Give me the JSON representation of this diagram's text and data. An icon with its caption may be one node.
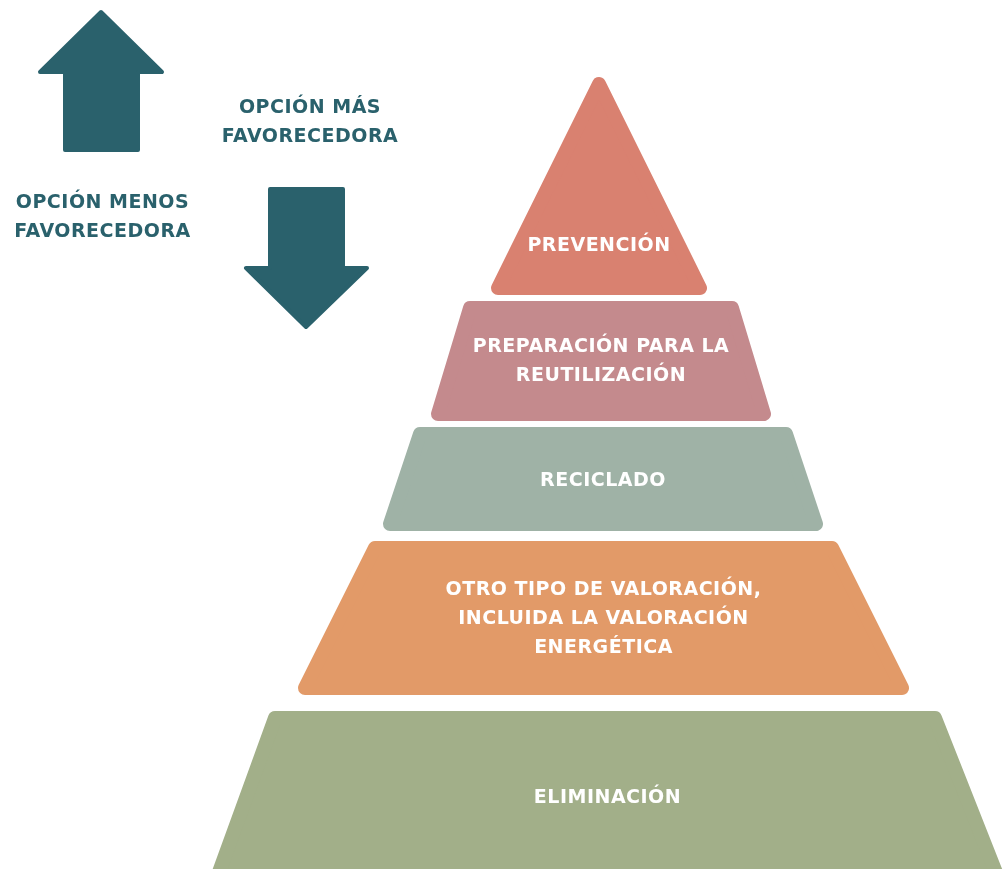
{
  "diagram": {
    "nodes": [
      {
        "text": [
          "PREVENCIÓN"
        ]
      },
      {
        "text": [
          "PREPARACIÓN PARA LA REUTILIZACIÓN"
        ]
      },
      {
        "text": [
          "RECICLADO"
        ]
      },
      {
        "text": [
          "OTRO TIPO DE VALORACIÓN, INCLUIDA LA VALORACIÓN ENERGÉTICA"
        ]
      },
      {
        "text": [
          "ELIMINACIÓN"
        ]
      }
    ],
    "labels": [
      "OPCIÓN MÁS FAVORECEDORA",
      "OPCIÓN MENOS FAVORECEDORA"
    ]
  }
}
